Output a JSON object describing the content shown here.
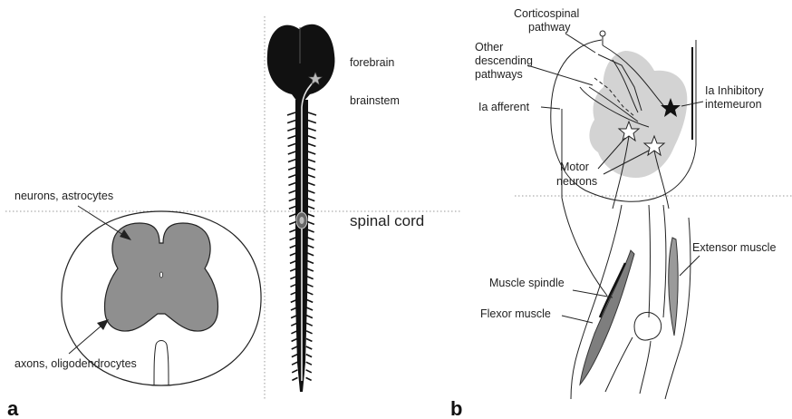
{
  "panels": {
    "a": "a",
    "b": "b"
  },
  "panel_a": {
    "labels": {
      "forebrain": "forebrain",
      "brainstem": "brainstem",
      "spinal_cord": "spinal cord",
      "neurons_astrocytes": "neurons, astrocytes",
      "axons_oligodendrocytes": "axons, oligodendrocytes"
    }
  },
  "panel_b": {
    "labels": {
      "corticospinal_1": "Corticospinal",
      "corticospinal_2": "pathway",
      "other_1": "Other",
      "other_2": "descending",
      "other_3": "pathways",
      "ia_afferent": "Ia afferent",
      "ia_inhib_1": "Ia Inhibitory",
      "ia_inhib_2": "intemeuron",
      "motor_1": "Motor",
      "motor_2": "neurons",
      "extensor": "Extensor muscle",
      "spindle": "Muscle spindle",
      "flexor": "Flexor muscle"
    }
  }
}
